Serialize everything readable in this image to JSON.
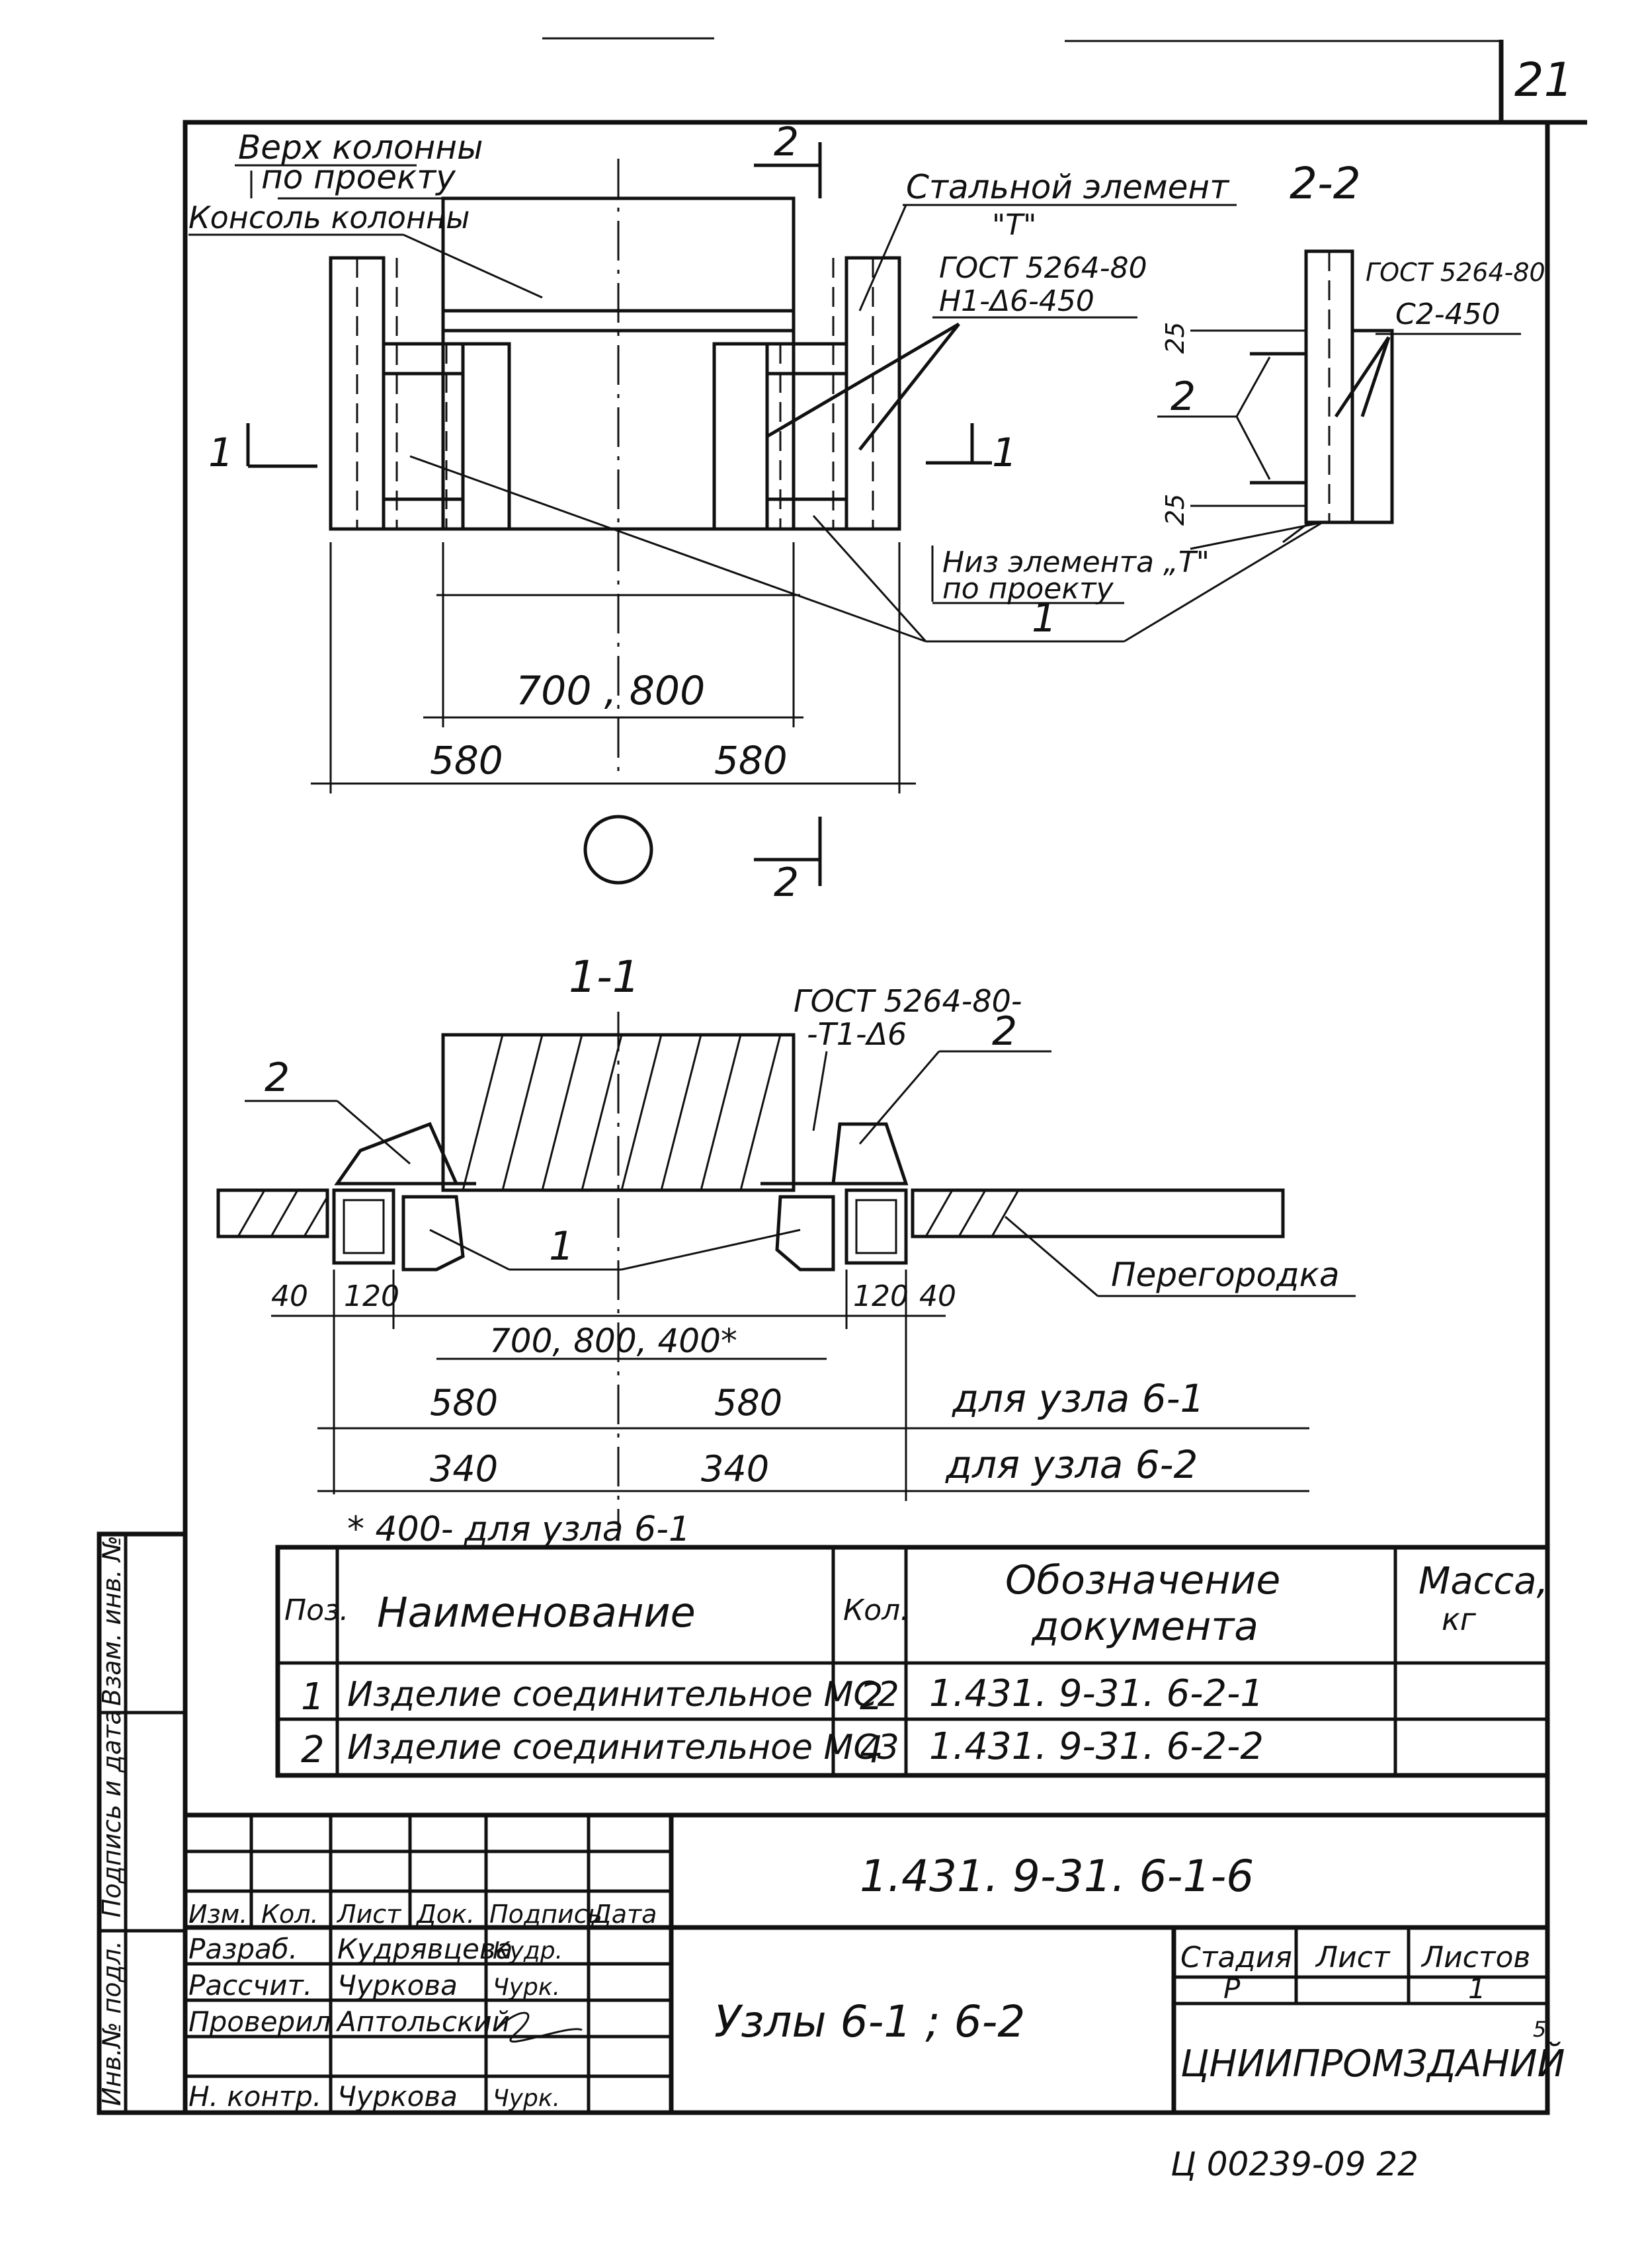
{
  "sheet": {
    "number": "21"
  },
  "view_top": {
    "label_top_column": "Верх колонны",
    "label_top_column_2": "по проекту",
    "label_console": "Консоль колонны",
    "label_steel": "Стальной элемент",
    "label_steel_t": "\"Т\"",
    "gost_a": "ГОСТ 5264-80",
    "gost_a2": "Н1-Δ6-450",
    "section_mark_1": "1",
    "section_mark_2": "2",
    "dim_inner": "700 , 800",
    "dim_left": "580",
    "dim_right": "580"
  },
  "section_2_2": {
    "title": "2-2",
    "gost": "ГОСТ 5264-80",
    "gost_2": "С2-450",
    "dim_25_top": "25",
    "dim_25_bottom": "25",
    "pos": "2",
    "label_bottom": "Низ элемента „Т\"",
    "label_bottom_2": "по проекту",
    "pos_1": "1"
  },
  "section_1_1": {
    "title": "1-1",
    "gost": "ГОСТ 5264-80-",
    "gost_2": "-Т1-Δ6",
    "pos_left": "2",
    "pos_right": "2",
    "pos_center": "1",
    "label_partition": "Перегородка",
    "dim_40_left": "40",
    "dim_120_left": "120",
    "dim_120_right": "120",
    "dim_40_right": "40",
    "dim_inner": "700, 800, 400*",
    "dim_580_left": "580",
    "dim_580_right": "580",
    "note_580": "для узла 6-1",
    "dim_340_left": "340",
    "dim_340_right": "340",
    "note_340": "для узла 6-2",
    "footnote": "* 400- для узла 6-1"
  },
  "spec_table": {
    "headers": [
      "Поз.",
      "Наименование",
      "Кол.",
      "Обозначение",
      "документа",
      "Масса,",
      "кг"
    ],
    "rows": [
      {
        "pos": "1",
        "name": "Изделие соединительное МС2",
        "qty": "2",
        "doc": "1.431. 9-31. 6-2-1",
        "mass": ""
      },
      {
        "pos": "2",
        "name": "Изделие соединительное МС3",
        "qty": "4",
        "doc": "1.431. 9-31. 6-2-2",
        "mass": ""
      }
    ]
  },
  "side_stamp": {
    "inv_podl": "Инв.№ подл.",
    "podpis_data": "Подпись и дата",
    "vzam_inv": "Взам. инв. №"
  },
  "title_block": {
    "designation": "1.431. 9-31. 6-1-6",
    "title": "Узлы 6-1 ; 6-2",
    "org": "ЦНИИПРОМЗДАНИЙ",
    "col_izm": "Изм.",
    "col_kol": "Кол.",
    "col_list": "Лист",
    "col_dok": "Док.",
    "col_podpis": "Подпись",
    "col_data": "Дата",
    "stadia_label": "Стадия",
    "list_label": "Лист",
    "listov_label": "Листов",
    "stadia": "Р",
    "list": "",
    "listov": "1",
    "roles": [
      {
        "role": "Разраб.",
        "name": "Кудрявцева",
        "sign": "Кудр."
      },
      {
        "role": "Рассчит.",
        "name": "Чуркова",
        "sign": "Чурк."
      },
      {
        "role": "Проверил",
        "name": "Аптольский",
        "sign": ""
      },
      {
        "role": "",
        "name": "",
        "sign": ""
      },
      {
        "role": "Н. контр.",
        "name": "Чуркова",
        "sign": "Чурк."
      }
    ],
    "corner_mark": "5",
    "archive_no": "Ц 00239-09   22"
  }
}
